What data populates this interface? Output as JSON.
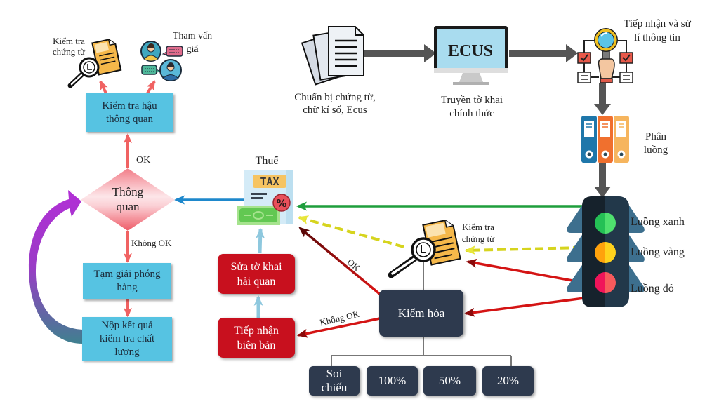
{
  "left_column": {
    "doc_check_label": [
      "Kiểm tra",
      "chứng từ"
    ],
    "price_consult_label": [
      "Tham vấn",
      "giá"
    ],
    "post_clearance_box": [
      "Kiểm tra hậu",
      "thông quan"
    ],
    "ok_label": "OK",
    "clearance_diamond": [
      "Thông",
      "quan"
    ],
    "not_ok_label": "Không OK",
    "temp_release_box": [
      "Tạm giải phóng",
      "hàng"
    ],
    "quality_result_box": [
      "Nộp kết quả",
      "kiểm tra chất",
      "lượng"
    ]
  },
  "top_row": {
    "prepare_label": [
      "Chuẩn bị chứng từ,",
      "chữ kí số, Ecus"
    ],
    "ecus_screen": "ECUS",
    "transmit_label": [
      "Truyền tờ khai",
      "chính thức"
    ],
    "receive_label": [
      "Tiếp nhận và sử",
      "lí thông tin"
    ],
    "classify_label": [
      "Phân",
      "luồng"
    ]
  },
  "tax": {
    "label": "Thuế",
    "badge": "TAX",
    "percent": "%"
  },
  "amendment": {
    "amend_box": [
      "Sửa tờ khai",
      "hải quan"
    ],
    "record_box": [
      "Tiếp nhận",
      "biên bản"
    ]
  },
  "lanes": [
    {
      "label": "Luồng xanh",
      "color": "#2ecc5a"
    },
    {
      "label": "Luồng vàng",
      "color": "#ffc21a"
    },
    {
      "label": "Luồng đỏ",
      "color": "#f0345a"
    }
  ],
  "middle": {
    "doc_check_label": [
      "Kiểm tra",
      "chứng từ"
    ],
    "ok_label": "OK",
    "not_ok_label": "Không OK"
  },
  "inspection": {
    "label": "Kiểm hóa",
    "options": [
      {
        "lines": [
          "Soi",
          "chiếu"
        ]
      },
      {
        "lines": [
          "100%"
        ]
      },
      {
        "lines": [
          "50%"
        ]
      },
      {
        "lines": [
          "20%"
        ]
      }
    ]
  },
  "colors": {
    "info_box": "#56c3e2",
    "action_box": "#c8101e",
    "inspection_box": "#2e3a4e",
    "green_lane_arrow": "#1e9e3c",
    "yellow_lane_arrow": "#d6d41e",
    "red_lane_arrow": "#d41414"
  }
}
